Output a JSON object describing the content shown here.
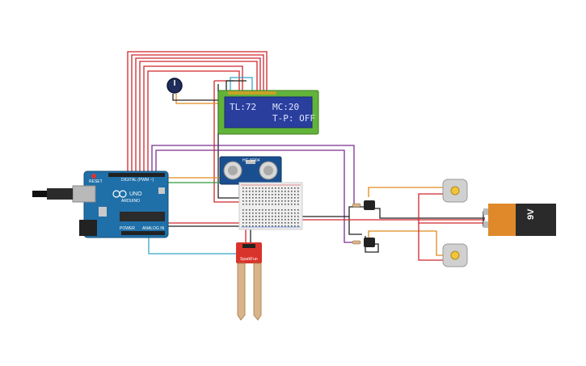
{
  "lcd": {
    "line1": "TL:72   MC:20",
    "line2": "        T-P: OFF"
  },
  "arduino": {
    "brand": "UNO",
    "maker": "ARDUINO",
    "reset_label": "RESET",
    "digital_label": "DIGITAL (PWM ~)",
    "analog_label": "ANALOG IN",
    "power_label": "POWER"
  },
  "ultrasonic": {
    "model": "HC-SR04"
  },
  "battery": {
    "label": "9V"
  },
  "moisture_sensor": {
    "brand": "SparkFun"
  },
  "colors": {
    "wire_red": "#d0262b",
    "wire_purple": "#7a2f8f",
    "wire_orange": "#e08a1e",
    "wire_black": "#222222",
    "wire_green": "#2e9b3a",
    "wire_cyan": "#35a7c8",
    "board_blue": "#1f6fa8",
    "lcd_green": "#61b33a",
    "lcd_screen": "#2a3e9e"
  }
}
